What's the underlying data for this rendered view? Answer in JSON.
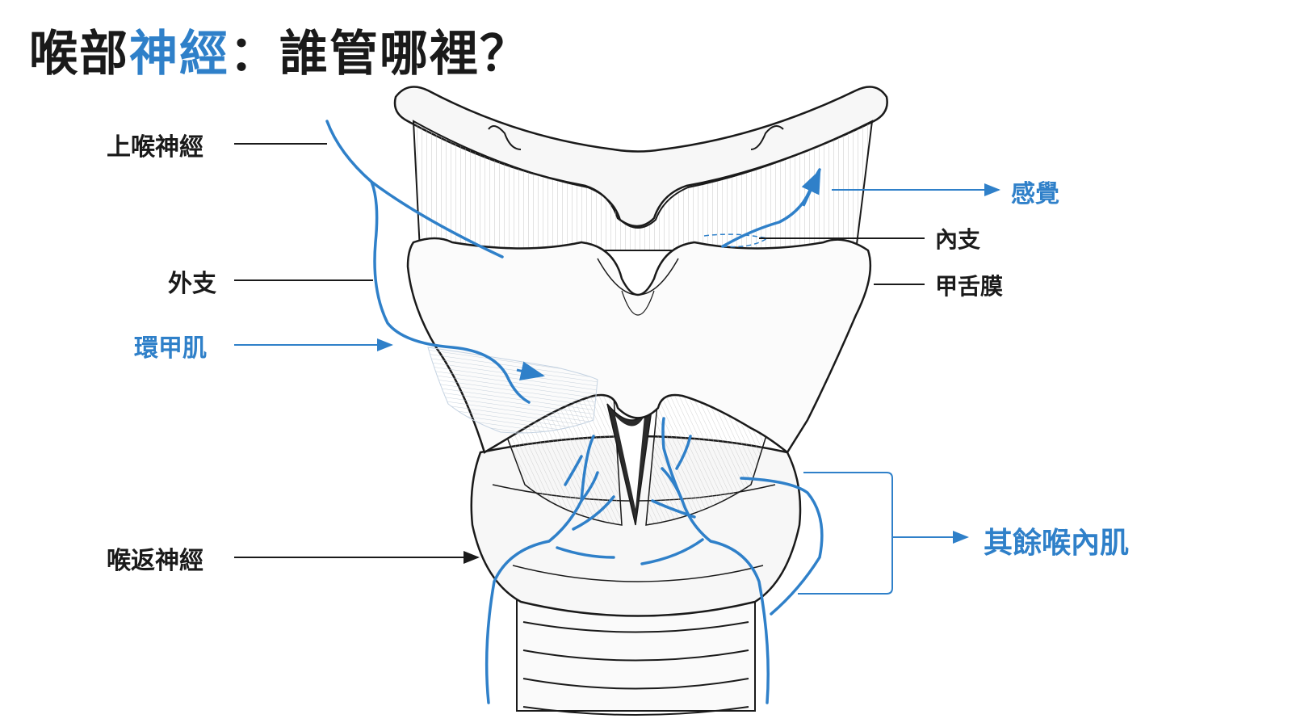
{
  "title": {
    "part1": "喉部",
    "accent": "神經",
    "part2": "：誰管哪裡？"
  },
  "labels": {
    "superior_laryngeal": "上喉神經",
    "external_branch": "外支",
    "cricothyroid": "環甲肌",
    "recurrent_laryngeal": "喉返神經",
    "sensation": "感覺",
    "internal_branch": "內支",
    "thyrohyoid_membrane": "甲舌膜",
    "other_intrinsic_muscles": "其餘喉內肌"
  },
  "colors": {
    "nerve": "#2f80c9",
    "ink": "#1a1a1a",
    "label_blue": "#2f80c9"
  }
}
